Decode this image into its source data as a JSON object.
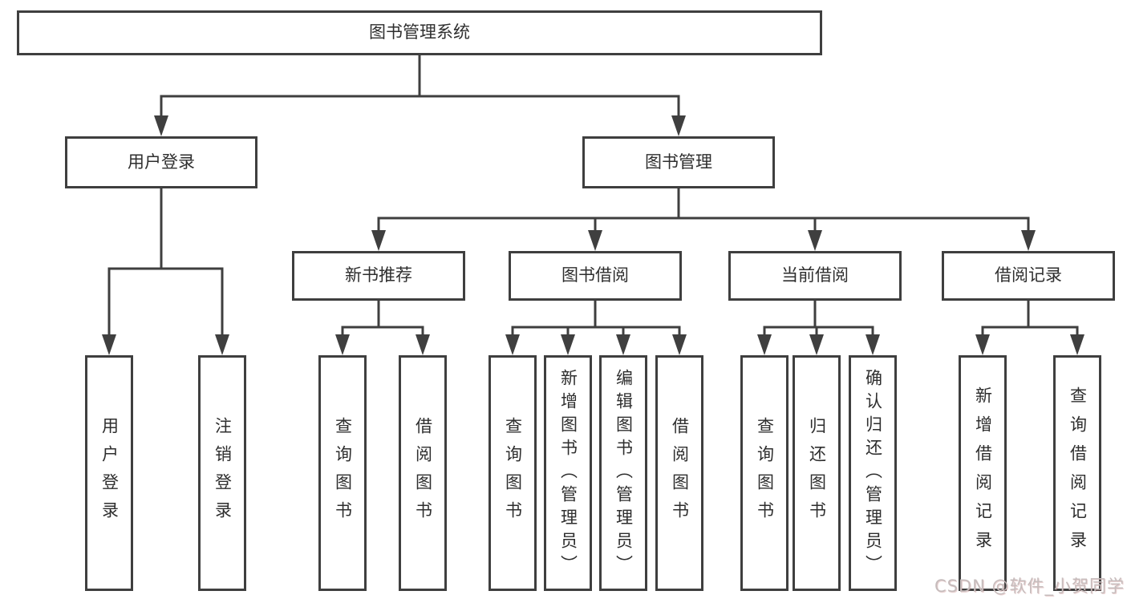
{
  "tree": {
    "label": "图书管理系统",
    "children": [
      {
        "label": "用户登录",
        "children": [
          {
            "label": "用户登录"
          },
          {
            "label": "注销登录"
          }
        ]
      },
      {
        "label": "图书管理",
        "children": [
          {
            "label": "新书推荐",
            "children": [
              {
                "label": "查询图书"
              },
              {
                "label": "借阅图书"
              }
            ]
          },
          {
            "label": "图书借阅",
            "children": [
              {
                "label": "查询图书"
              },
              {
                "label": "新增图书（管理员）"
              },
              {
                "label": "编辑图书（管理员）"
              },
              {
                "label": "借阅图书"
              }
            ]
          },
          {
            "label": "当前借阅",
            "children": [
              {
                "label": "查询图书"
              },
              {
                "label": "归还图书"
              },
              {
                "label": "确认归还（管理员）"
              }
            ]
          },
          {
            "label": "借阅记录",
            "children": [
              {
                "label": "新增借阅记录"
              },
              {
                "label": "查询借阅记录"
              }
            ]
          }
        ]
      }
    ]
  },
  "watermark": {
    "text": "CSDN @软件_小贺同学"
  },
  "colors": {
    "line": "#3f3f3f",
    "box_border": "#3f3f3f",
    "text": "#2e2e2e",
    "watermark": "#c6bcbc",
    "background": "#ffffff"
  }
}
